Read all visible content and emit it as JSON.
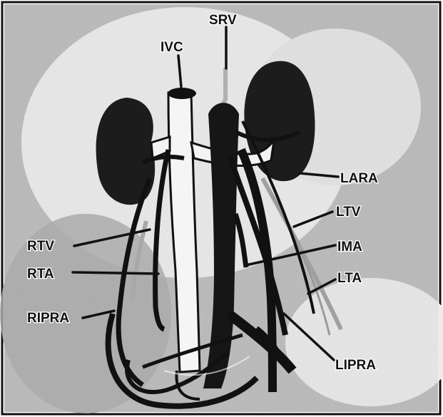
{
  "diagram": {
    "labels": {
      "ivc": "IVC",
      "srv": "SRV",
      "lara": "LARA",
      "ltv": "LTV",
      "ima": "IMA",
      "lta": "LTA",
      "lipra": "LIPRA",
      "rtv": "RTV",
      "rta": "RTA",
      "ripra": "RIPRA"
    }
  }
}
